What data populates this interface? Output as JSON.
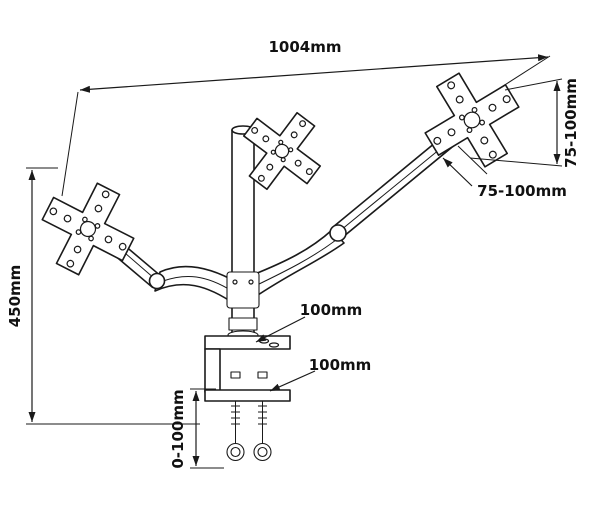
{
  "diagram": {
    "title": "Triple monitor desk mount arm dimensional drawing",
    "labels": {
      "overall_width": "1004mm",
      "overall_height": "450mm",
      "vesa_vertical_range": "75-100mm",
      "vesa_horizontal_range": "75-100mm",
      "offset_upper": "100mm",
      "offset_lower": "100mm",
      "clamp_range": "0-100mm"
    },
    "colors": {
      "line": "#1a1a1a",
      "background": "#ffffff",
      "text": "#111111"
    }
  }
}
